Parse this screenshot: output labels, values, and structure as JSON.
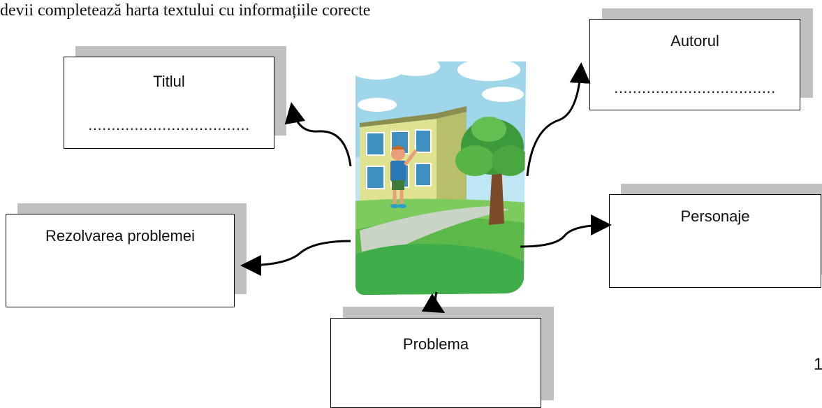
{
  "instruction": "devii completează harta textului cu informațiile corecte",
  "page_number": "1",
  "boxes": {
    "title": {
      "label": "Titlul",
      "dots": "..................................."
    },
    "author": {
      "label": "Autorul",
      "dots": "..................................."
    },
    "solution": {
      "label": "Rezolvarea problemei"
    },
    "characters": {
      "label": "Personaje"
    },
    "problem": {
      "label": "Problema"
    }
  },
  "colors": {
    "box_shadow": "#c0c0c0",
    "box_border": "#000000",
    "arrow": "#000000"
  }
}
